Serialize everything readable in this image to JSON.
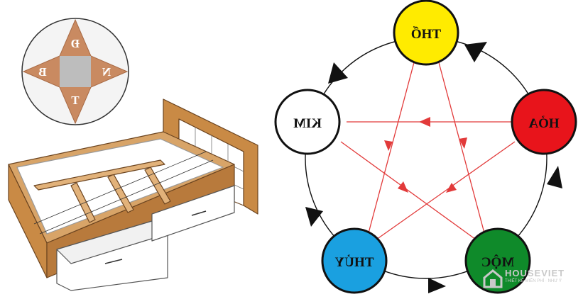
{
  "compass": {
    "top": "Đ",
    "left": "B",
    "right": "N",
    "bottom": "T"
  },
  "elements": {
    "top": {
      "label": "THỔ",
      "fill": "#ffeb00"
    },
    "right": {
      "label": "HỎA",
      "fill": "#e8141b"
    },
    "bottom_right": {
      "label": "MỘC",
      "fill": "#0f8a2a"
    },
    "bottom_left": {
      "label": "THỦY",
      "fill": "#1aa0e0"
    },
    "left": {
      "label": "KIM",
      "fill": "#ffffff"
    }
  },
  "colors": {
    "compass_star": "#c98a61",
    "compass_center": "#bdbdbd",
    "wood": "#c98a45",
    "control_arrows": "#e23a3a",
    "cycle_arrows": "#111111"
  },
  "watermark": {
    "brand": "HOUSEVIET",
    "slogan": "THIẾT KẾ MIỄN PHÍ · NHƯ Ý"
  }
}
